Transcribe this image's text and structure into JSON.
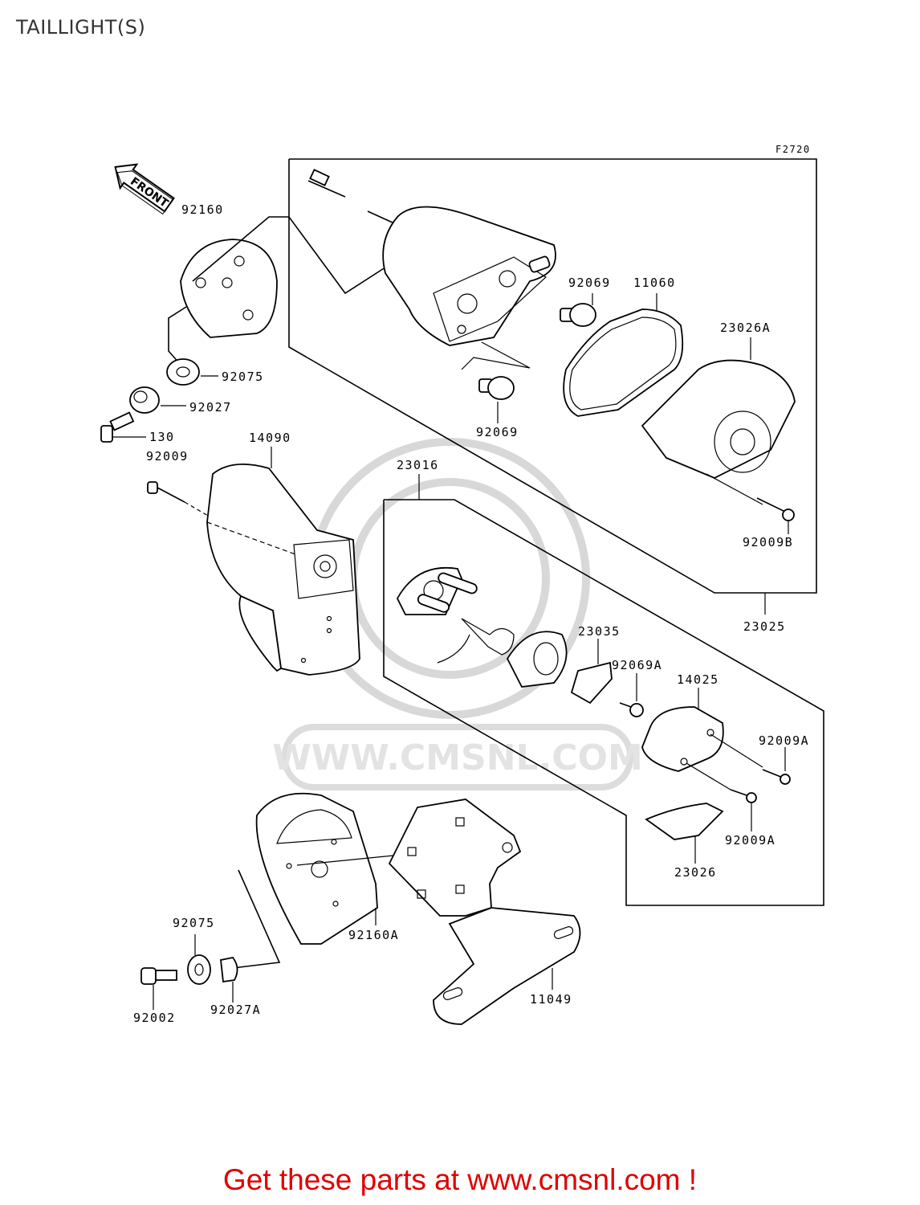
{
  "title": "TAILLIGHT(S)",
  "figure_code": "F2720",
  "front_label": "FRONT",
  "watermark_text": "WWW.CMSNL.COM",
  "footer_text": "Get these parts at www.cmsnl.com !",
  "colors": {
    "footer": "#e00000",
    "watermark": "#d8d8d8",
    "lines": "#000000"
  },
  "callouts": [
    "92160",
    "92075",
    "92027",
    "130",
    "92009",
    "14090",
    "92069",
    "11060",
    "23026A",
    "92069",
    "92009B",
    "23025",
    "23016",
    "23035",
    "92069A",
    "14025",
    "92009A",
    "92009A",
    "23026",
    "92160A",
    "92075",
    "92002",
    "92027A",
    "11049"
  ]
}
